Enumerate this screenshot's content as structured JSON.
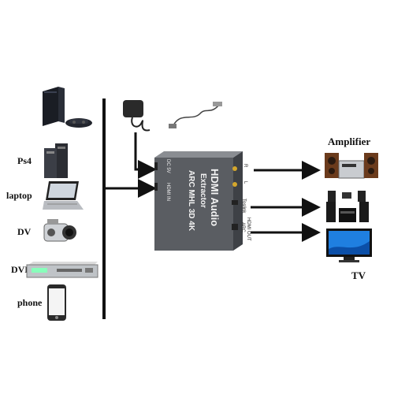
{
  "sources": [
    {
      "key": "ps4",
      "label": "Ps4",
      "icon": "ps4-console-icon"
    },
    {
      "key": "laptop",
      "label": "laptop",
      "icon": "laptop-icon"
    },
    {
      "key": "dv",
      "label": "DV",
      "icon": "camcorder-icon"
    },
    {
      "key": "dvd",
      "label": "DVD",
      "icon": "dvd-player-icon"
    },
    {
      "key": "phone",
      "label": "phone",
      "icon": "smartphone-icon"
    }
  ],
  "device": {
    "title_line1": "HDMI Audio",
    "title_line2": "Extractor",
    "title_line3": "ARC MHL 3D 4K",
    "port_dc": "DC 5V",
    "port_in": "HDMI IN",
    "port_r": "R",
    "port_l": "L",
    "port_toslink": "Toslink",
    "port_out_1": "HDMI OUT",
    "port_out_2": "ARC"
  },
  "outputs": {
    "amplifier_label": "Amplifier",
    "tv_label": "TV"
  },
  "colors": {
    "line": "#111111",
    "device_body": "#55585d",
    "device_text": "#f2f2f2",
    "tv_screen": "#1f7fe0"
  }
}
